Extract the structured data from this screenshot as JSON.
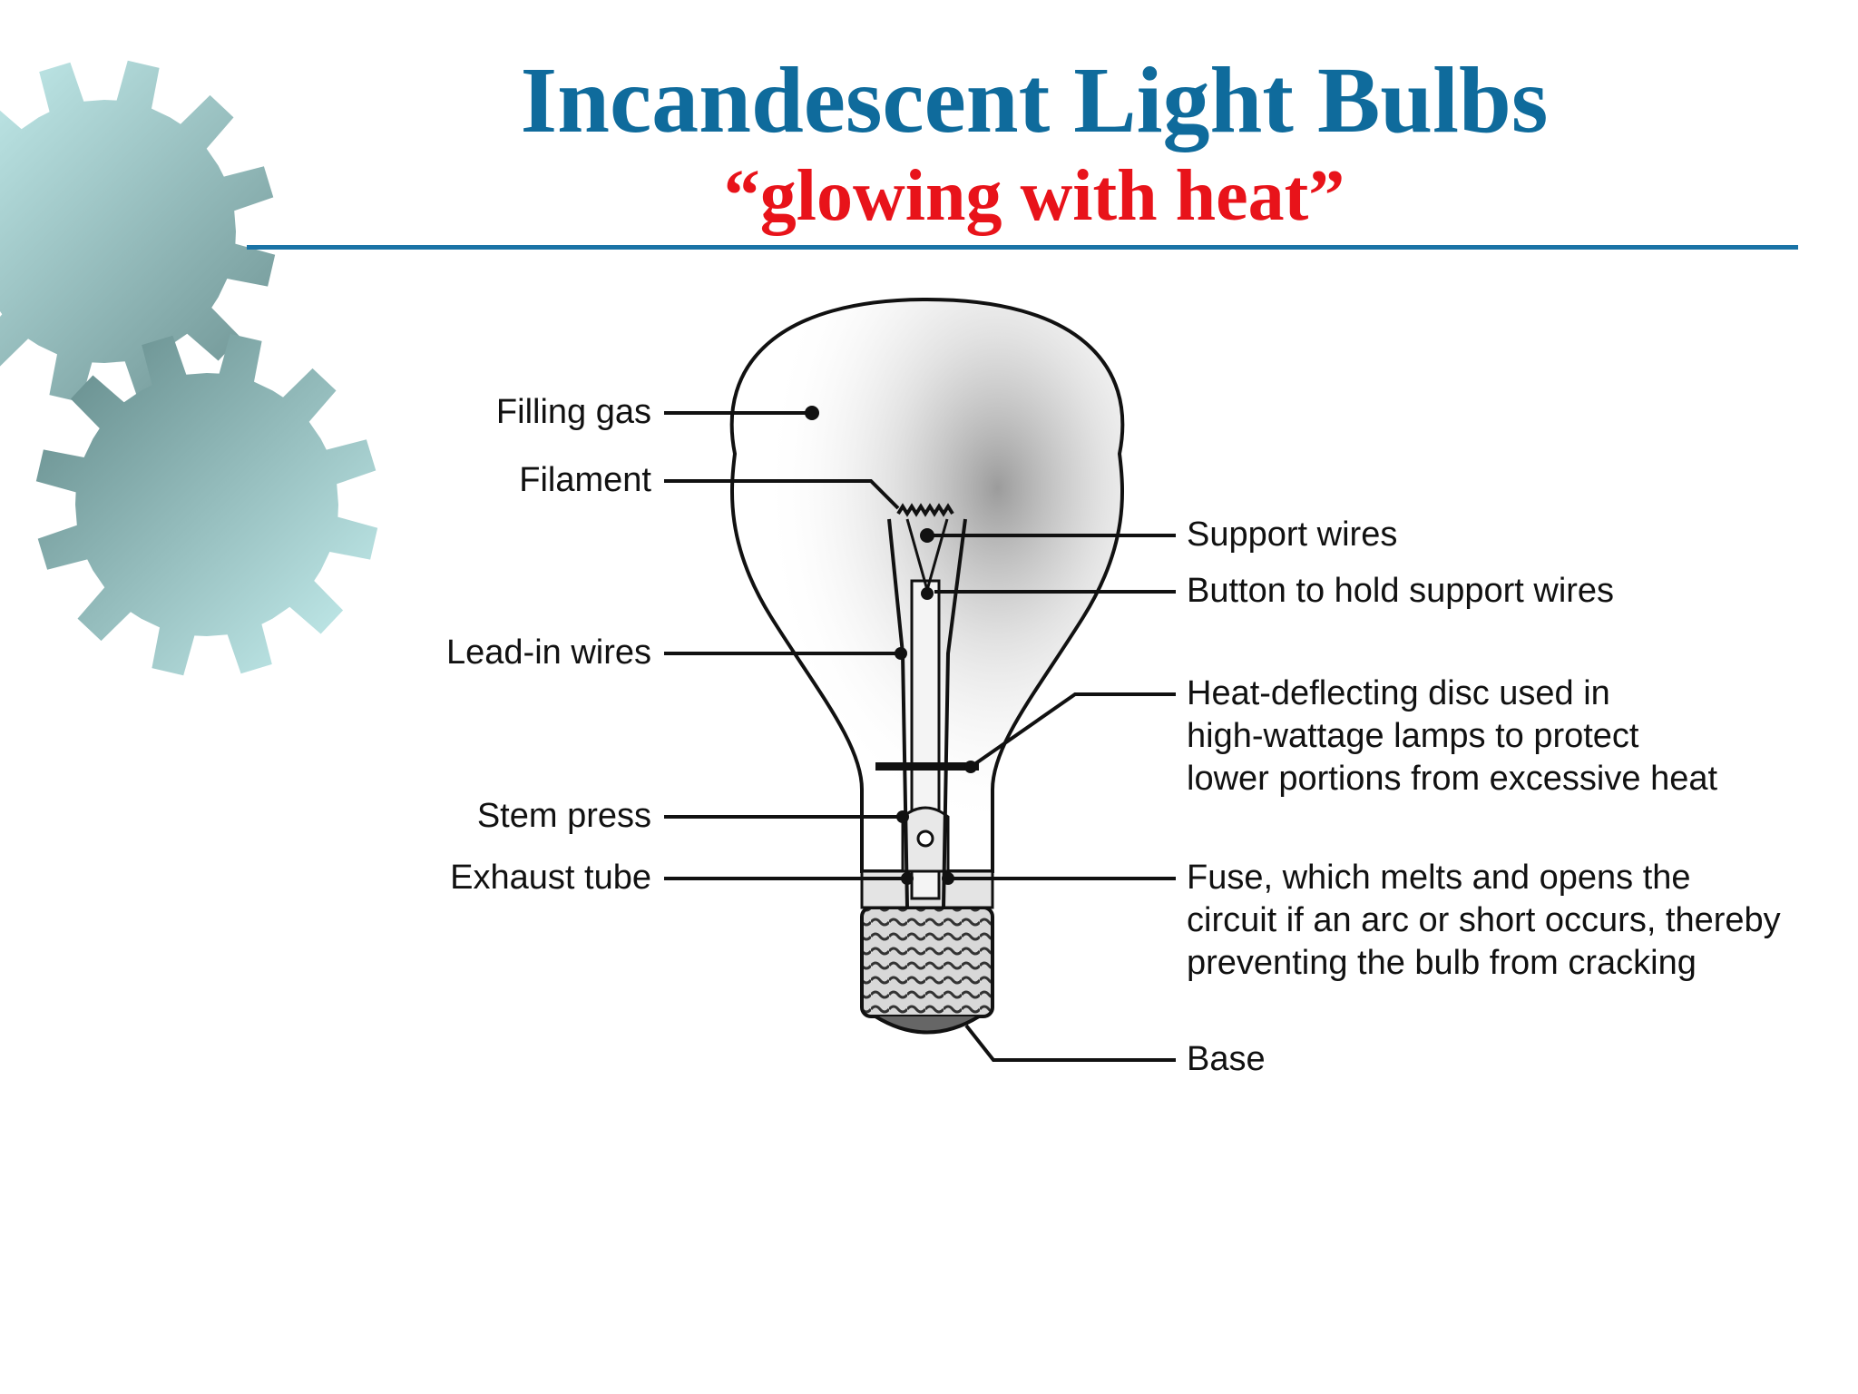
{
  "header": {
    "title": "Incandescent Light Bulbs",
    "subtitle": "“glowing with heat”"
  },
  "theme": {
    "title_color": "#0f6b9c",
    "subtitle_color": "#e8131a",
    "rule_color": "#1a73a6",
    "gear_color_light": "#c9f2f2",
    "gear_color_dark": "#6b9090"
  },
  "decorations": {
    "gear_icons": [
      "gear-icon",
      "gear-icon"
    ]
  },
  "diagram": {
    "left_labels": {
      "filling_gas": "Filling gas",
      "filament": "Filament",
      "lead_in_wires": "Lead-in wires",
      "stem_press": "Stem press",
      "exhaust_tube": "Exhaust tube"
    },
    "right_labels": {
      "support_wires": "Support wires",
      "button": "Button to hold support wires",
      "heat_disc": [
        "Heat-deflecting disc used in",
        "high-wattage lamps to protect",
        "lower portions from excessive heat"
      ],
      "fuse": [
        "Fuse, which melts and opens the",
        "circuit if an arc or short occurs, thereby",
        "preventing the bulb from cracking"
      ],
      "base": "Base"
    }
  }
}
